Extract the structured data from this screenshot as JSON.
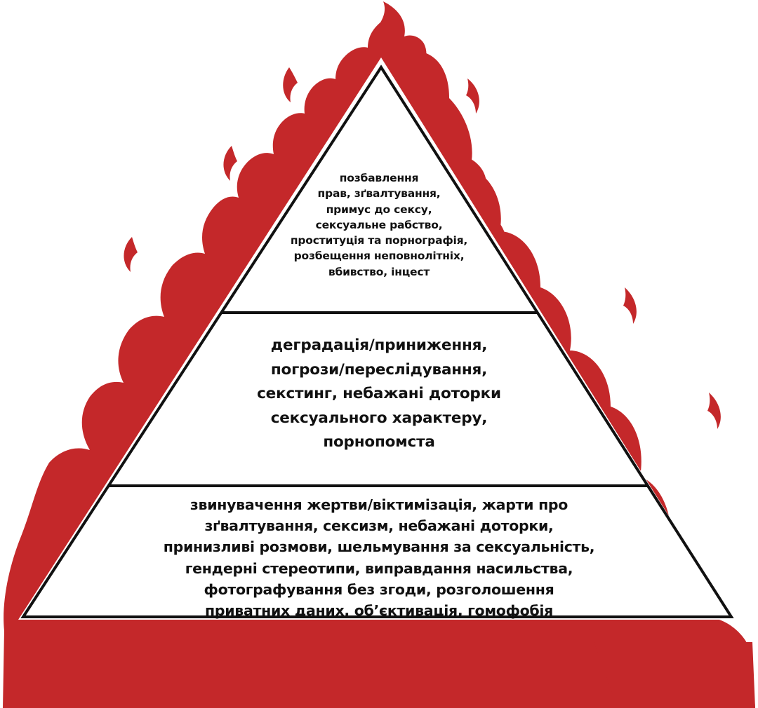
{
  "colors": {
    "flame": "#c4282a",
    "outline": "#111111",
    "fill": "#ffffff",
    "text": "#111111"
  },
  "pyramid": {
    "tiers": [
      {
        "name": "top",
        "lines": [
          "позбавлення",
          "прав, зґвалтування,",
          "примус до сексу,",
          "сексуальне рабство,",
          "проституція та порнографія,",
          "розбещення неповнолітніх,",
          "вбивство, інцест"
        ]
      },
      {
        "name": "middle",
        "lines": [
          "деградація/приниження,",
          "погрози/переслідування,",
          "секстинг, небажані доторки",
          "сексуального характеру,",
          "порнопомста"
        ]
      },
      {
        "name": "bottom",
        "lines": [
          "звинувачення жертви/віктимізація, жарти про",
          "зґвалтування, сексизм, небажані доторки,",
          "принизливі розмови, шельмування за сексуальність,",
          "гендерні стереотипи, виправдання насильства,",
          "фотографування без згоди, розголошення",
          "приватних даних, об’єктивація, гомофобія"
        ]
      }
    ]
  }
}
